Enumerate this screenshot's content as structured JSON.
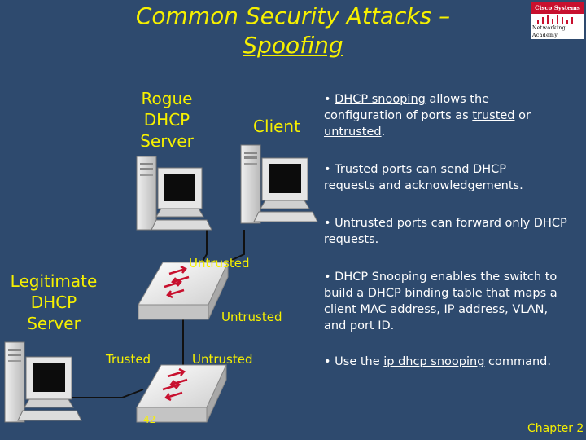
{
  "slide": {
    "title_line1": "Common Security Attacks –",
    "title_line2": "Spoofing",
    "page_number": "42",
    "footer": "Chapter 2"
  },
  "logo": {
    "top": "Cisco Systems",
    "bottom_line1": "Networking",
    "bottom_line2": "Academy"
  },
  "diagram": {
    "rogue_label_1": "Rogue",
    "rogue_label_2": "DHCP",
    "rogue_label_3": "Server",
    "client_label": "Client",
    "legit_label_1": "Legitimate",
    "legit_label_2": "DHCP",
    "legit_label_3": "Server",
    "port_untrusted_top": "Untrusted",
    "port_untrusted_right": "Untrusted",
    "port_trusted": "Trusted",
    "port_untrusted_bottom": "Untrusted"
  },
  "bullets": {
    "b1_prefix": "• ",
    "b1_term": "DHCP snooping",
    "b1_mid": " allows the configuration of ports as ",
    "b1_trusted": "trusted",
    "b1_or": " or ",
    "b1_untrusted": "untrusted",
    "b1_end": ".",
    "b2": "• Trusted ports can send DHCP requests and acknowledgements.",
    "b3": "• Untrusted ports can forward only DHCP requests.",
    "b4": "• DHCP Snooping enables the switch to build a DHCP binding table that maps a client MAC address, IP address, VLAN, and port ID.",
    "b5_prefix": "• Use the ",
    "b5_cmd": "ip dhcp snooping",
    "b5_suffix": " command."
  },
  "colors": {
    "background": "#2e4a6e",
    "heading": "#f6f000",
    "body_text": "#ffffff",
    "link_line": "#111111",
    "cisco_red": "#c8102e"
  }
}
